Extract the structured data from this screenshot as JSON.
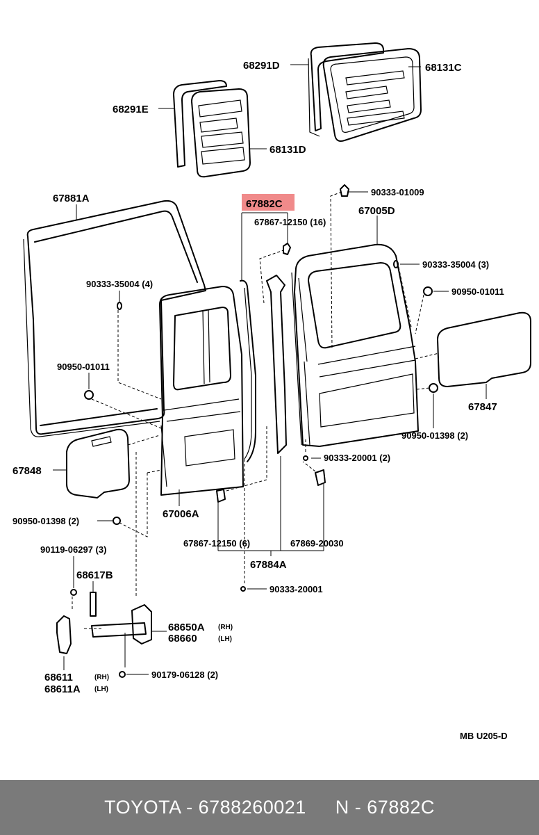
{
  "labels": {
    "p68291D": "68291D",
    "p68131C": "68131C",
    "p68291E": "68291E",
    "p68131D": "68131D",
    "p67881A": "67881A",
    "p67882C": "67882C",
    "p90333_01009": "90333-01009",
    "p67867_16": "67867-12150 (16)",
    "p67005D": "67005D",
    "p90333_35004_3": "90333-35004 (3)",
    "p90333_35004_4": "90333-35004 (4)",
    "p90950_01011_r": "90950-01011",
    "p90950_01011_l": "90950-01011",
    "p67847": "67847",
    "p90950_01398_2r": "90950-01398 (2)",
    "p90333_20001_2": "90333-20001 (2)",
    "p67848": "67848",
    "p67006A": "67006A",
    "p90950_01398_2l": "90950-01398 (2)",
    "p67867_6": "67867-12150 (6)",
    "p67869": "67869-20030",
    "p67884A": "67884A",
    "p90119": "90119-06297 (3)",
    "p90333_20001": "90333-20001",
    "p68617B": "68617B",
    "p68650A": "68650A",
    "rh1": "(RH)",
    "p68660": "68660",
    "lh1": "(LH)",
    "p68611": "68611",
    "rh2": "(RH)",
    "p68611A": "68611A",
    "lh2": "(LH)",
    "p90179": "90179-06128 (2)",
    "code": "MB  U205-D"
  },
  "footer": {
    "brand_part": "TOYOTA - 6788260021",
    "ref": "N - 67882C"
  },
  "colors": {
    "highlight": "#f08a8a",
    "footer_bg": "#7a7a7a"
  }
}
